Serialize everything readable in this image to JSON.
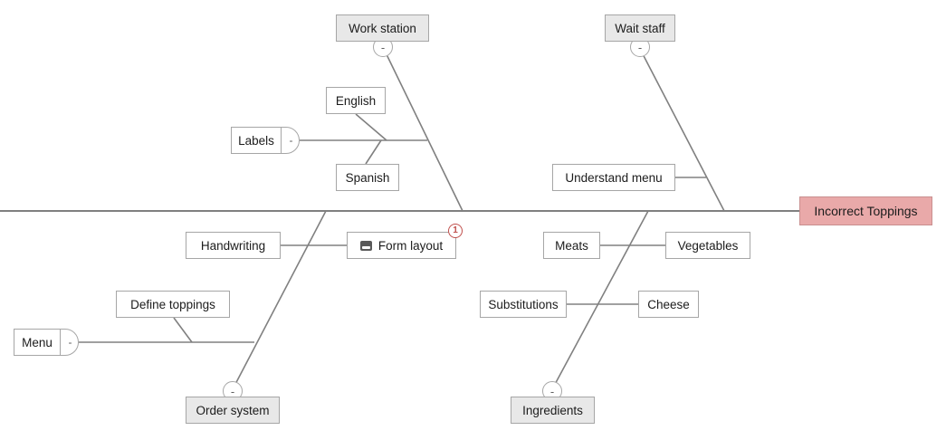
{
  "diagram": {
    "type": "fishbone-cause-effect",
    "effect": {
      "label": "Incorrect Toppings"
    },
    "nodes": {
      "work_station": {
        "label": "Work station",
        "toggle": "-"
      },
      "wait_staff": {
        "label": "Wait staff",
        "toggle": "-"
      },
      "order_system": {
        "label": "Order system",
        "toggle": "-"
      },
      "ingredients": {
        "label": "Ingredients",
        "toggle": "-"
      },
      "labels": {
        "label": "Labels",
        "toggle": "-"
      },
      "english": {
        "label": "English"
      },
      "spanish": {
        "label": "Spanish"
      },
      "understand_menu": {
        "label": "Understand menu"
      },
      "handwriting": {
        "label": "Handwriting"
      },
      "form_layout": {
        "label": "Form layout",
        "badge": "1",
        "icon": "form-icon"
      },
      "define_toppings": {
        "label": "Define toppings"
      },
      "menu": {
        "label": "Menu",
        "toggle": "-"
      },
      "meats": {
        "label": "Meats"
      },
      "vegetables": {
        "label": "Vegetables"
      },
      "substitutions": {
        "label": "Substitutions"
      },
      "cheese": {
        "label": "Cheese"
      }
    },
    "colors": {
      "effect_fill": "#e9a9a9",
      "category_fill": "#e8e8e8",
      "line": "#808080",
      "badge": "#c0504d"
    }
  }
}
